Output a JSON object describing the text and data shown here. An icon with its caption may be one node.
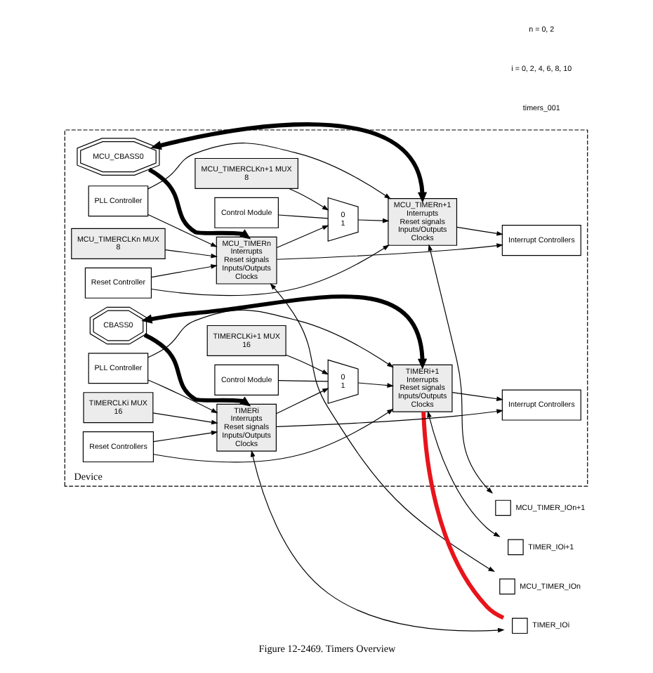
{
  "diagram": {
    "caption": "Figure 12-2469. Timers Overview",
    "nodes": [
      {
        "text": [
          "Device"
        ]
      },
      {
        "text": [
          "MCU_CBASS0"
        ],
        "in": 0
      },
      {
        "text": [
          "PLL Controller"
        ],
        "in": 0
      },
      {
        "text": [
          "MCU_TIMERn+1",
          "Interrupts",
          "Reset signals",
          "Inputs/Outputs",
          "Clocks"
        ],
        "in": 0
      },
      {
        "text": [
          "MCU_TIMERCLKn+1 MUX",
          "8"
        ],
        "in": 0
      },
      {
        "text": [
          "0",
          "1"
        ],
        "in": 0
      },
      {
        "text": [
          "Control Module"
        ],
        "in": 0
      },
      {
        "text": [
          "Interrupt Controllers"
        ],
        "in": 0
      },
      {
        "text": [
          "MCU_TIMERn",
          "Interrupts",
          "Reset signals",
          "Inputs/Outputs",
          "Clocks"
        ],
        "in": 0
      },
      {
        "text": [
          "Reset Controller"
        ],
        "in": 0
      },
      {
        "text": [
          "MCU_TIMERCLKn MUX",
          "8"
        ],
        "in": 0
      },
      {
        "text": [],
        "shape": "box",
        "beside": [
          "MCU_TIMER_IOn+1"
        ]
      },
      {
        "text": [],
        "shape": "box",
        "beside": [
          "MCU_TIMER_IOn"
        ]
      },
      {
        "text": [
          "CBASS0"
        ],
        "in": 0
      },
      {
        "text": [
          "PLL Controller"
        ],
        "in": 0
      },
      {
        "text": [
          "TIMERi+1",
          "Interrupts",
          "Reset signals",
          "Inputs/Outputs",
          "Clocks"
        ],
        "in": 0
      },
      {
        "text": [
          "TIMERCLKi+1 MUX",
          "16"
        ],
        "in": 0
      },
      {
        "text": [
          "0",
          "1"
        ],
        "in": 0
      },
      {
        "text": [
          "Control Module"
        ],
        "in": 0
      },
      {
        "text": [
          "Interrupt Controllers"
        ],
        "in": 0
      },
      {
        "text": [
          "TIMERi",
          "Interrupts",
          "Reset signals",
          "Inputs/Outputs",
          "Clocks"
        ],
        "in": 0
      },
      {
        "text": [
          "Reset Controllers"
        ],
        "in": 0
      },
      {
        "text": [
          "TIMERCLKi MUX",
          "16"
        ],
        "in": 0
      },
      {
        "text": [],
        "shape": "box",
        "beside": [
          "TIMER_IOi+1"
        ]
      },
      {
        "text": [],
        "shape": "box",
        "beside": [
          "TIMER_IOi"
        ]
      }
    ],
    "edges": [
      {
        "from": 1,
        "to": 3,
        "arrow": "both",
        "style": "thick"
      },
      {
        "from": 1,
        "to": 8,
        "arrow": "to",
        "style": "thick"
      },
      {
        "from": 2,
        "to": 3,
        "arrow": "to"
      },
      {
        "from": 2,
        "to": 8,
        "arrow": "to"
      },
      {
        "from": 3,
        "to": 7,
        "arrow": "to"
      },
      {
        "from": 8,
        "to": 7,
        "arrow": "to"
      },
      {
        "from": 9,
        "to": 3,
        "arrow": "to"
      },
      {
        "from": 9,
        "to": 8,
        "arrow": "to"
      },
      {
        "from": 4,
        "to": 5,
        "arrow": "to"
      },
      {
        "from": 8,
        "to": 5,
        "arrow": "to"
      },
      {
        "from": 6,
        "to": 5,
        "arrow": "none"
      },
      {
        "from": 5,
        "to": 3,
        "arrow": "to"
      },
      {
        "from": 10,
        "to": 8,
        "arrow": "to"
      },
      {
        "from": 3,
        "to": 11,
        "arrow": "both"
      },
      {
        "from": 8,
        "to": 12,
        "arrow": "both"
      },
      {
        "from": 13,
        "to": 15,
        "arrow": "both",
        "style": "thick"
      },
      {
        "from": 13,
        "to": 20,
        "arrow": "to",
        "style": "thick"
      },
      {
        "from": 14,
        "to": 15,
        "arrow": "to"
      },
      {
        "from": 14,
        "to": 20,
        "arrow": "to"
      },
      {
        "from": 15,
        "to": 19,
        "arrow": "to"
      },
      {
        "from": 20,
        "to": 19,
        "arrow": "to"
      },
      {
        "from": 21,
        "to": 15,
        "arrow": "to"
      },
      {
        "from": 21,
        "to": 20,
        "arrow": "to"
      },
      {
        "from": 16,
        "to": 17,
        "arrow": "to"
      },
      {
        "from": 20,
        "to": 17,
        "arrow": "to"
      },
      {
        "from": 18,
        "to": 17,
        "arrow": "none"
      },
      {
        "from": 17,
        "to": 15,
        "arrow": "to"
      },
      {
        "from": 22,
        "to": 20,
        "arrow": "to"
      },
      {
        "from": 15,
        "to": 23,
        "arrow": "both"
      },
      {
        "from": 20,
        "to": 24,
        "arrow": "both"
      },
      {
        "from": 15,
        "to": 24,
        "arrow": "none",
        "style": "thick",
        "color": "#e8141b"
      }
    ],
    "labels": [
      "timers_001",
      "i = 0, 2, 4, 6, 8, 10",
      "n = 0, 2"
    ]
  }
}
